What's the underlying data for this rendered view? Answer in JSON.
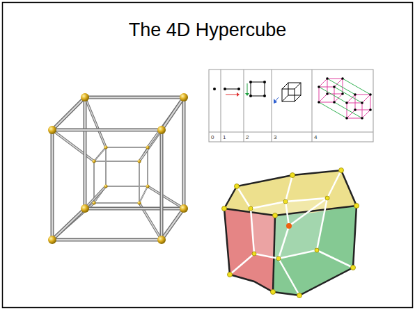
{
  "diagram": {
    "title": "The 4D Hypercube",
    "labels": [
      "0",
      "1",
      "2",
      "3",
      "4"
    ]
  }
}
